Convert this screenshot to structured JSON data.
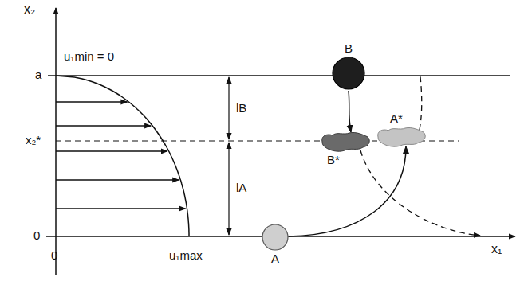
{
  "diagram": {
    "nodes": [
      {
        "text": [
          "B"
        ]
      },
      {
        "text": [
          "B*"
        ]
      },
      {
        "text": [
          "A*"
        ]
      },
      {
        "text": [
          "A"
        ]
      }
    ],
    "edges": [
      {
        "from": 0,
        "to": 1,
        "arrow": "to"
      },
      {
        "from": 3,
        "to": 2,
        "arrow": "to"
      }
    ],
    "labels": [
      "x₂",
      "ū₁min = 0",
      "a",
      "x₂*",
      "0",
      "lB",
      "lA",
      "0",
      "ū₁max",
      "x₁"
    ]
  }
}
